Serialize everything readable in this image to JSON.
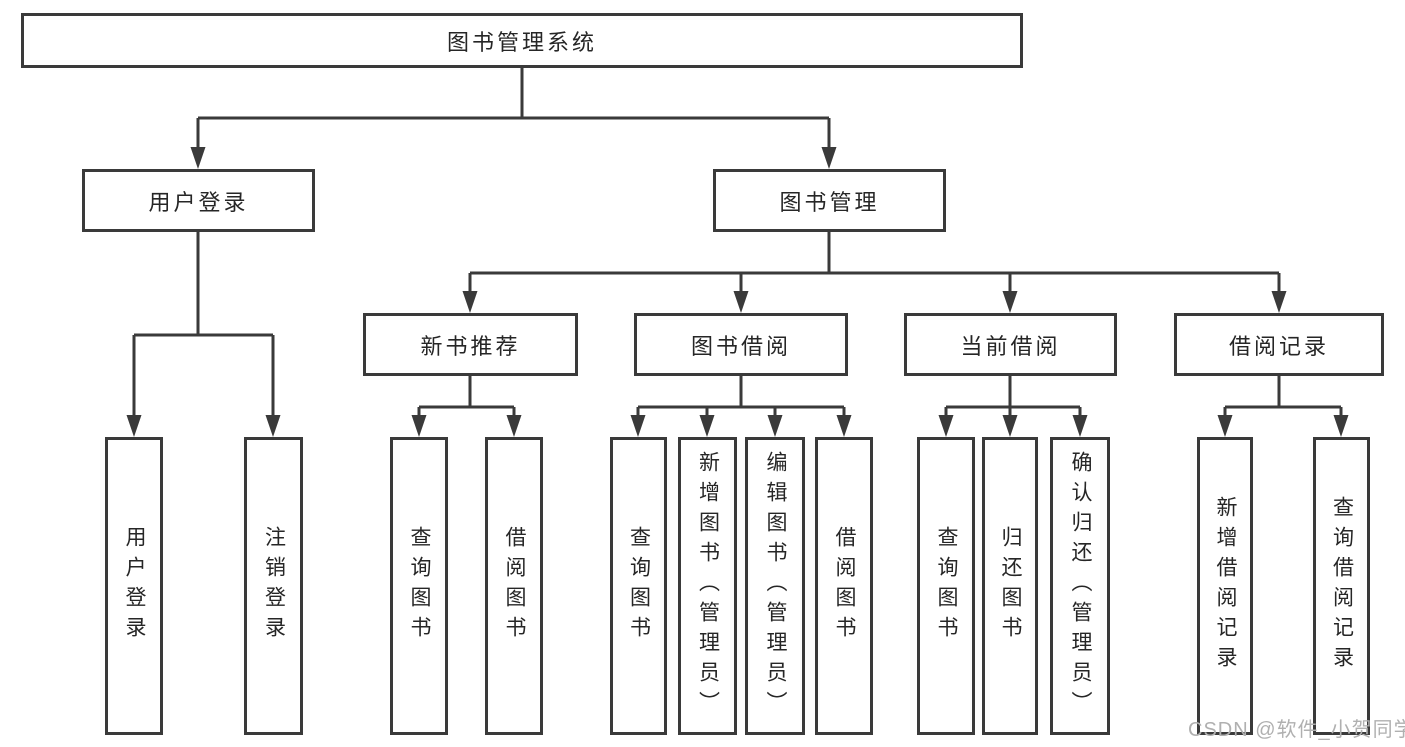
{
  "diagram": {
    "title": "图书管理系统",
    "branches": [
      {
        "label": "用户登录",
        "children": [
          {
            "label": "用户登录"
          },
          {
            "label": "注销登录"
          }
        ]
      },
      {
        "label": "图书管理",
        "children": [
          {
            "label": "新书推荐",
            "children": [
              {
                "label": "查询图书"
              },
              {
                "label": "借阅图书"
              }
            ]
          },
          {
            "label": "图书借阅",
            "children": [
              {
                "label": "查询图书"
              },
              {
                "label": "新增图书（管理员）"
              },
              {
                "label": "编辑图书（管理员）"
              },
              {
                "label": "借阅图书"
              }
            ]
          },
          {
            "label": "当前借阅",
            "children": [
              {
                "label": "查询图书"
              },
              {
                "label": "归还图书"
              },
              {
                "label": "确认归还（管理员）"
              }
            ]
          },
          {
            "label": "借阅记录",
            "children": [
              {
                "label": "新增借阅记录"
              },
              {
                "label": "查询借阅记录"
              }
            ]
          }
        ]
      }
    ]
  },
  "watermark": {
    "text": "CSDN @软件_小贺同学"
  },
  "colors": {
    "line": "#3a3a3a",
    "box_border": "#3a3a3a",
    "box_fill": "#ffffff",
    "text": "#262626",
    "watermark": "#b0b0b0",
    "background": "#ffffff"
  }
}
